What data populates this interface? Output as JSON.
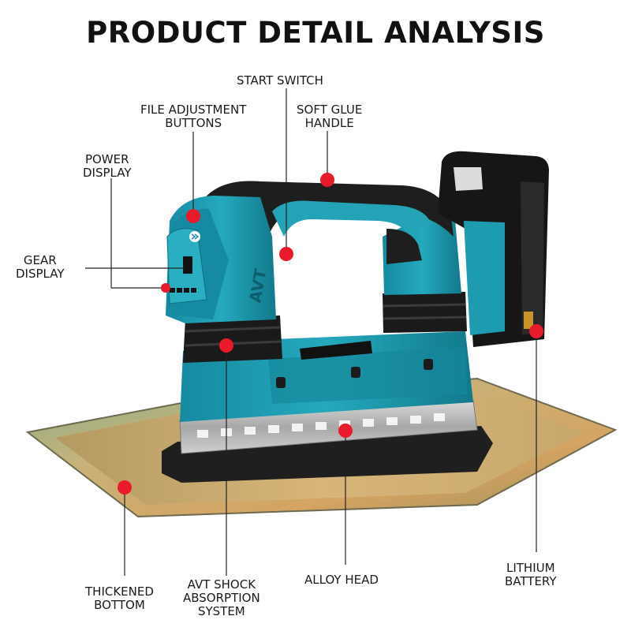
{
  "title": "PRODUCT DETAIL ANALYSIS",
  "labels": {
    "start_switch": [
      "START SWITCH"
    ],
    "file_adjustment": [
      "FILE ADJUSTMENT",
      "BUTTONS"
    ],
    "soft_glue_handle": [
      "SOFT GLUE",
      "HANDLE"
    ],
    "power_display": [
      "POWER",
      "DISPLAY"
    ],
    "gear_display": [
      "GEAR",
      "DISPLAY"
    ],
    "thickened_bottom": [
      "THICKENED",
      "BOTTOM"
    ],
    "avt_system": [
      "AVT SHOCK",
      "ABSORPTION",
      "SYSTEM"
    ],
    "alloy_head": [
      "ALLOY HEAD"
    ],
    "lithium_battery": [
      "LITHIUM",
      "BATTERY"
    ]
  },
  "colors": {
    "body_blue": "#1e9cb0",
    "dark_blue": "#137d8f",
    "rubber": "#222222",
    "marker": "#e81a2b",
    "tray": "#b8a070"
  }
}
